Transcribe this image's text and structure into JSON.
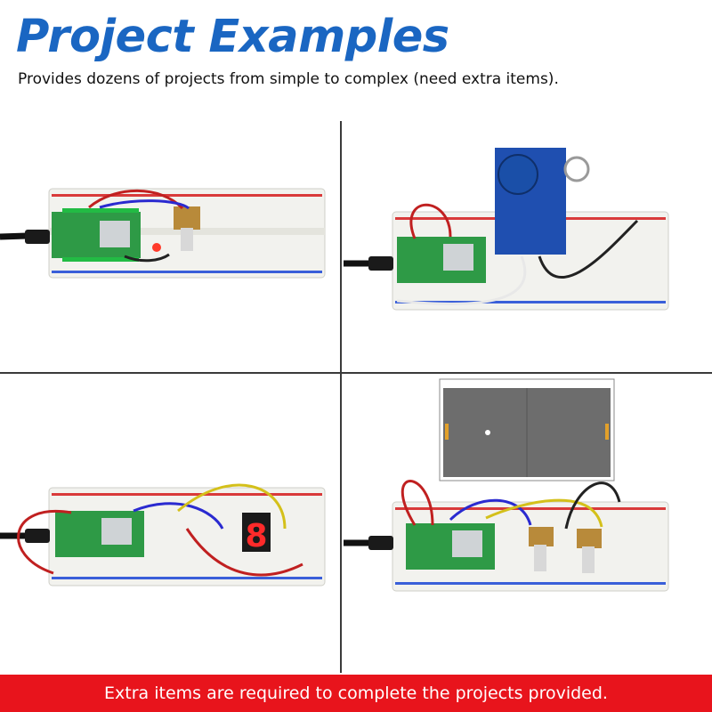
{
  "header": {
    "title": "Project Examples",
    "subtitle": "Provides dozens of projects from simple to complex (need extra items)."
  },
  "panels": [
    {
      "name": "potentiometer-led-project"
    },
    {
      "name": "rfid-reader-project"
    },
    {
      "name": "seven-segment-display-project"
    },
    {
      "name": "pong-game-project"
    }
  ],
  "digit_display": "8",
  "footer": {
    "text": "Extra items are required to complete the projects provided."
  },
  "colors": {
    "title": "#1a66c2",
    "footer_bg": "#e8141c",
    "breadboard": "#f2f2ee",
    "board_green": "#2e9a46",
    "rfid_blue": "#1f4fb0",
    "game_screen": "#6d6d6d"
  }
}
